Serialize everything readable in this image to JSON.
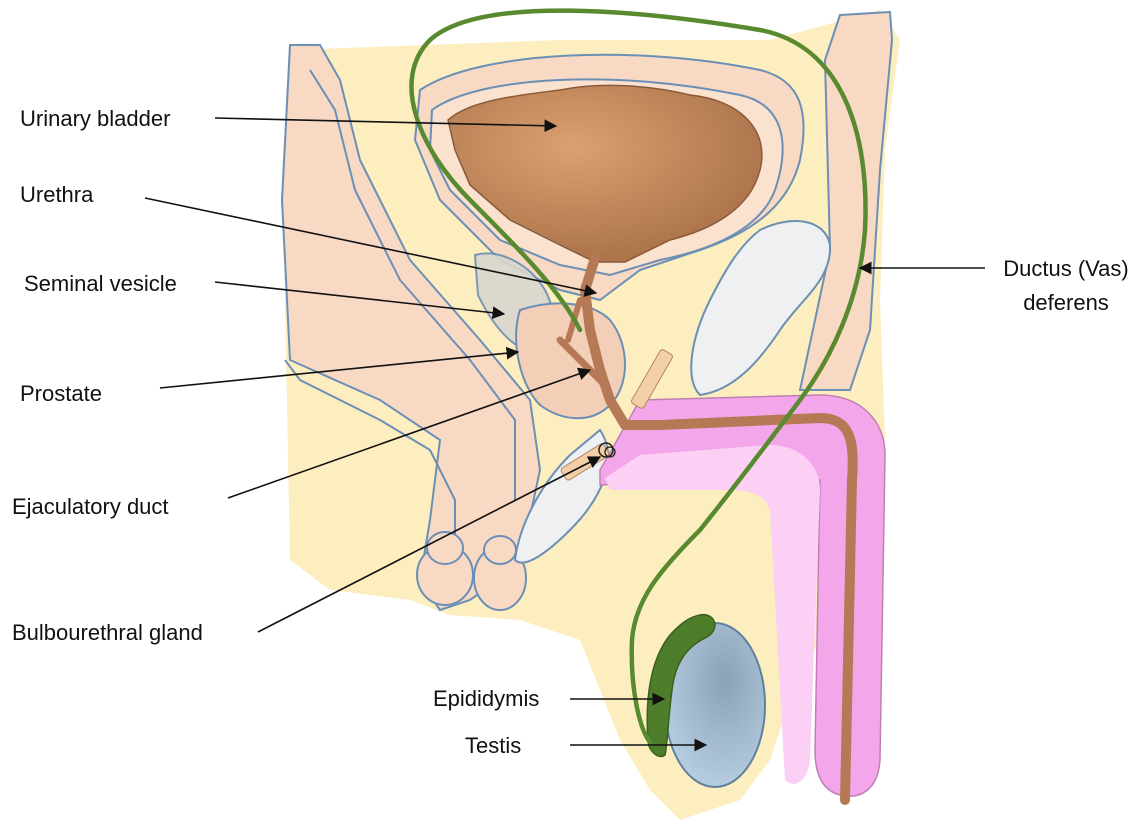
{
  "labels": {
    "urinary_bladder": "Urinary bladder",
    "urethra": "Urethra",
    "seminal_vesicle": "Seminal vesicle",
    "prostate": "Prostate",
    "ejaculatory_duct": "Ejaculatory duct",
    "bulbourethral_gland": "Bulbourethral gland",
    "ductus_line1": "Ductus (Vas)",
    "ductus_line2": "deferens",
    "epididymis": "Epididymis",
    "testis": "Testis"
  },
  "colors": {
    "background_tissue": "#fdeebf",
    "body_tissue": "#f8d9c4",
    "outline": "#6b8fb5",
    "bladder": "#c98a5e",
    "urethra": "#b57a55",
    "vas_deferens": "#5a8a2f",
    "epididymis": "#4e7d2a",
    "testis": "#9fb9d0",
    "penis_outer": "#f4a6ea",
    "penis_inner": "#fbd0f4",
    "bone": "#eef0f2",
    "seminal_vesicle": "#d9d6cf"
  }
}
